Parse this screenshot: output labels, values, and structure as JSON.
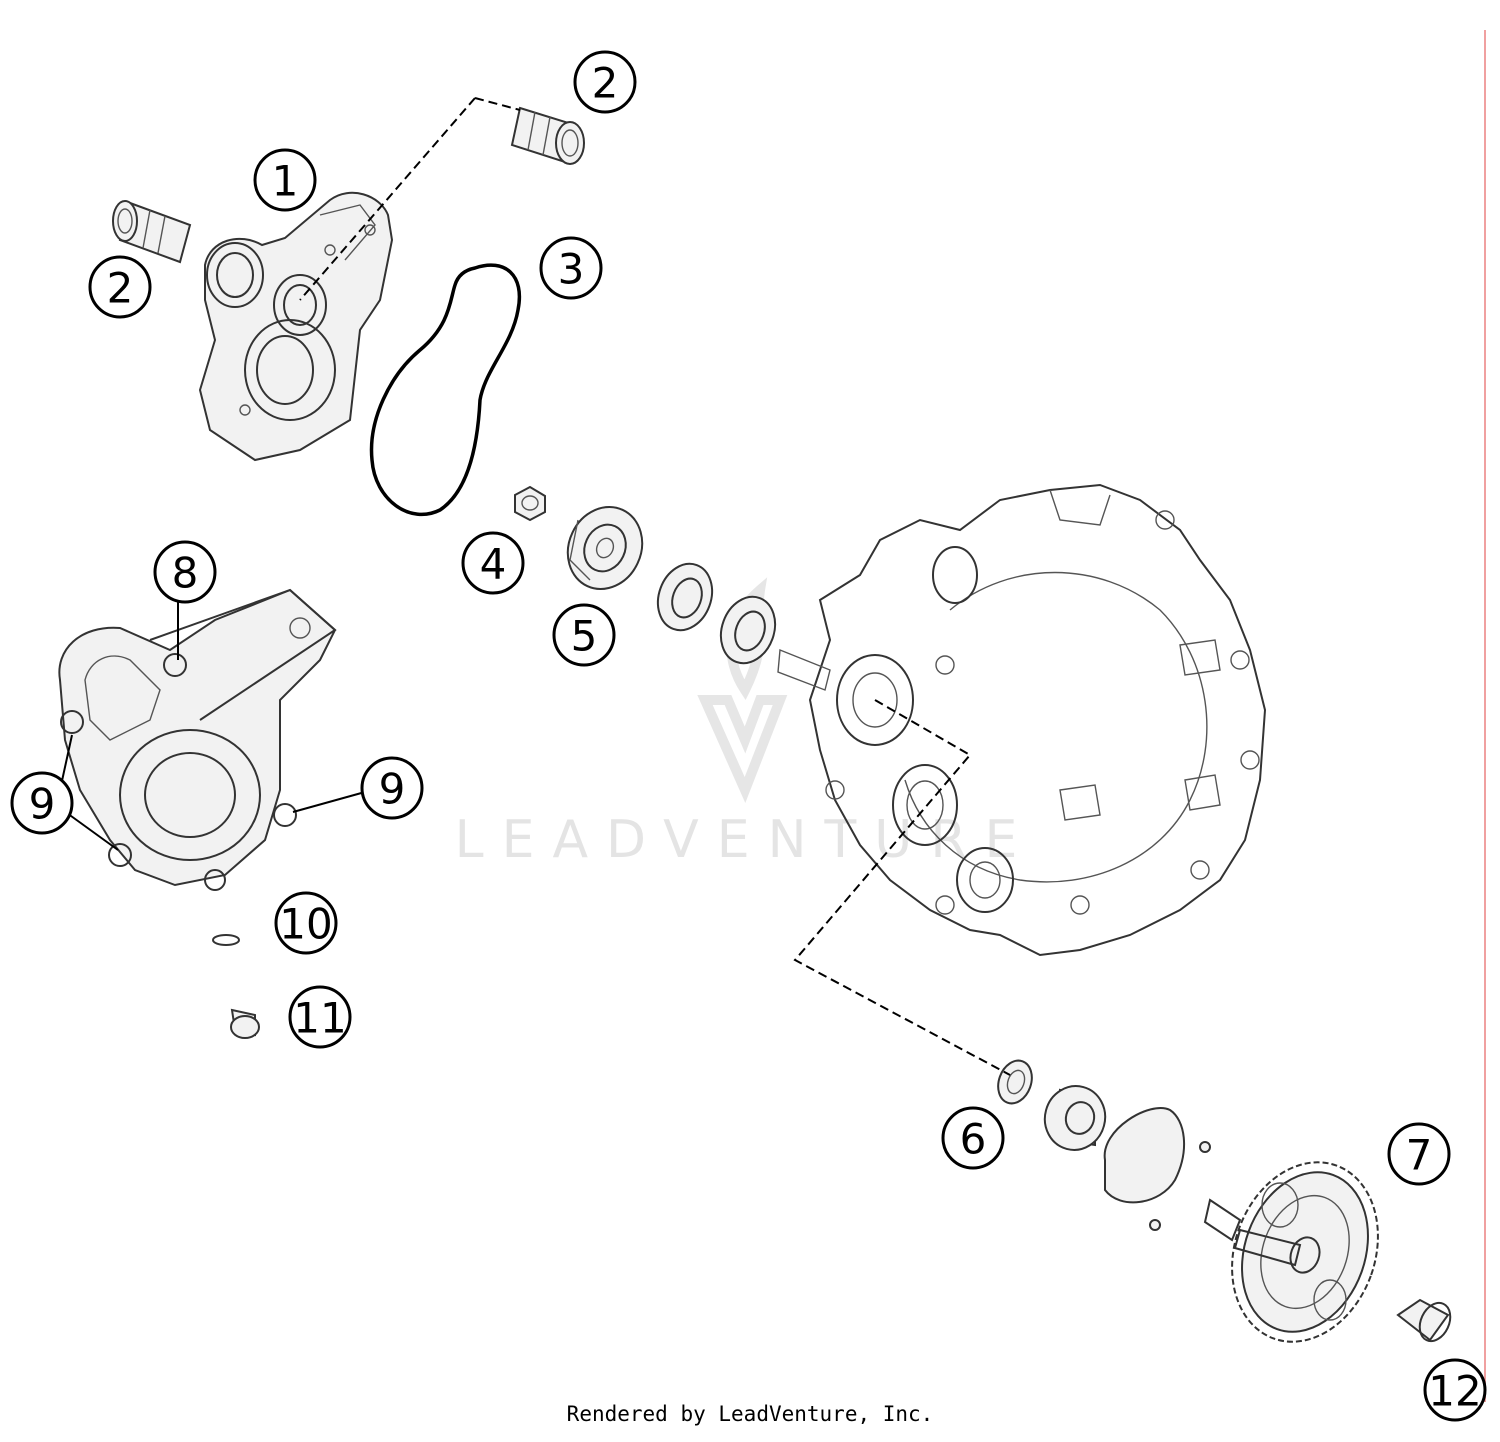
{
  "callouts": [
    {
      "label": "1"
    },
    {
      "label": "2"
    },
    {
      "label": "2"
    },
    {
      "label": "3"
    },
    {
      "label": "4"
    },
    {
      "label": "5"
    },
    {
      "label": "6"
    },
    {
      "label": "7"
    },
    {
      "label": "8"
    },
    {
      "label": "9"
    },
    {
      "label": "9"
    },
    {
      "label": "10"
    },
    {
      "label": "11"
    },
    {
      "label": "12"
    }
  ],
  "watermark": {
    "text": "LEADVENTURE"
  },
  "footer": {
    "credit": "Rendered by LeadVenture, Inc."
  },
  "colors": {
    "edge_line": "#f0a0a0",
    "ink": "#000000"
  }
}
